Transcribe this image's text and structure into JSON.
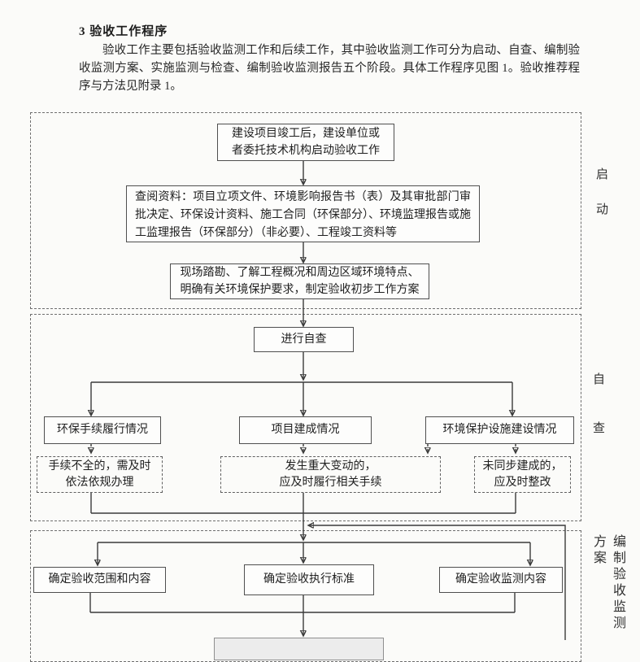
{
  "page": {
    "heading": "3 验收工作程序",
    "intro": "验收工作主要包括验收监测工作和后续工作，其中验收监测工作可分为启动、自查、编制验收监测方案、实施监测与检查、编制验收监测报告五个阶段。具体工作程序见图 1。验收推荐程序与方法见附录 1。"
  },
  "flowchart": {
    "stages": {
      "launch": "启动",
      "selfcheck": "自查",
      "plan": "编制验收监测方案"
    },
    "boxes": {
      "start": "建设项目竣工后，建设单位或\n者委托技术机构启动验收工作",
      "review": "查阅资料：项目立项文件、环境影响报告书（表）及其审批部门审批决定、环保设计资料、施工合同（环保部分）、环境监理报告或施工监理报告（环保部分）（非必要）、工程竣工资料等",
      "survey": "现场踏勘、了解工程概况和周边区域环境特点、\n明确有关环境保护要求，制定验收初步工作方案",
      "selfcheck": "进行自查",
      "check1": "环保手续履行情况",
      "check2": "项目建成情况",
      "check3": "环境保护设施建设情况",
      "fix1": "手续不全的，需及时\n依法依规办理",
      "fix2": "发生重大变动的，\n应及时履行相关手续",
      "fix3": "未同步建成的，\n应及时整改",
      "scope": "确定验收范围和内容",
      "standard": "确定验收执行标准",
      "monitor": "确定验收监测内容"
    },
    "colors": {
      "line": "#3a3a3a",
      "box_border": "#4f4f4f",
      "section_border": "#6e6e6e"
    }
  }
}
